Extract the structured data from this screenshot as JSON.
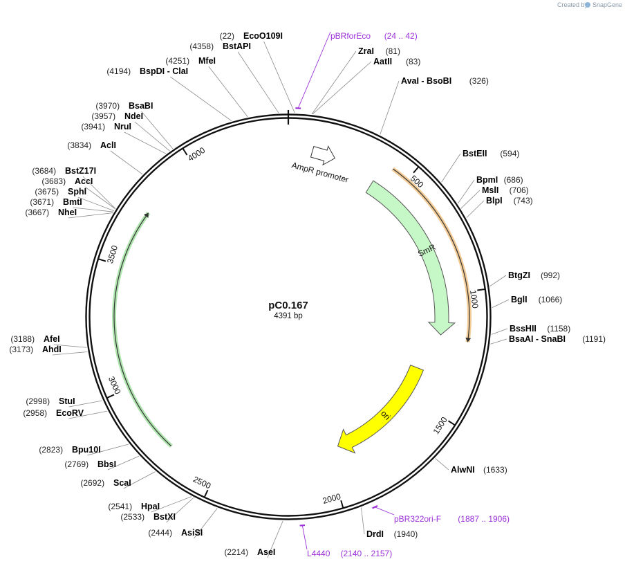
{
  "credit": {
    "label": "Created by",
    "brand": "SnapGene"
  },
  "plasmid": {
    "name": "pC0.167",
    "length": "4391 bp",
    "bp": 4391
  },
  "ticks": [
    "500",
    "1000",
    "1500",
    "2000",
    "2500",
    "3000",
    "3500",
    "4000"
  ],
  "enzymes": [
    {
      "name": "EcoO109I",
      "pos": "(22)",
      "site": 22
    },
    {
      "name": "BstAPI",
      "pos": "(4358)",
      "site": 4358
    },
    {
      "name": "MfeI",
      "pos": "(4251)",
      "site": 4251
    },
    {
      "name": "BspDI - ClaI",
      "pos": "(4194)",
      "site": 4194
    },
    {
      "name": "ZraI",
      "pos": "(81)",
      "site": 81
    },
    {
      "name": "AatII",
      "pos": "(83)",
      "site": 83
    },
    {
      "name": "AvaI - BsoBI",
      "pos": "(326)",
      "site": 326
    },
    {
      "name": "BstEII",
      "pos": "(594)",
      "site": 594
    },
    {
      "name": "BpmI",
      "pos": "(686)",
      "site": 686
    },
    {
      "name": "MslI",
      "pos": "(706)",
      "site": 706
    },
    {
      "name": "BlpI",
      "pos": "(743)",
      "site": 743
    },
    {
      "name": "BtgZI",
      "pos": "(992)",
      "site": 992
    },
    {
      "name": "BglI",
      "pos": "(1066)",
      "site": 1066
    },
    {
      "name": "BssHII",
      "pos": "(1158)",
      "site": 1158
    },
    {
      "name": "BsaAI - SnaBI",
      "pos": "(1191)",
      "site": 1191
    },
    {
      "name": "AlwNI",
      "pos": "(1633)",
      "site": 1633
    },
    {
      "name": "DrdI",
      "pos": "(1940)",
      "site": 1940
    },
    {
      "name": "AseI",
      "pos": "(2214)",
      "site": 2214
    },
    {
      "name": "AsiSI",
      "pos": "(2444)",
      "site": 2444
    },
    {
      "name": "BstXI",
      "pos": "(2533)",
      "site": 2533
    },
    {
      "name": "HpaI",
      "pos": "(2541)",
      "site": 2541
    },
    {
      "name": "ScaI",
      "pos": "(2692)",
      "site": 2692
    },
    {
      "name": "BbsI",
      "pos": "(2769)",
      "site": 2769
    },
    {
      "name": "Bpu10I",
      "pos": "(2823)",
      "site": 2823
    },
    {
      "name": "EcoRV",
      "pos": "(2958)",
      "site": 2958
    },
    {
      "name": "StuI",
      "pos": "(2998)",
      "site": 2998
    },
    {
      "name": "AhdI",
      "pos": "(3173)",
      "site": 3173
    },
    {
      "name": "AfeI",
      "pos": "(3188)",
      "site": 3188
    },
    {
      "name": "NheI",
      "pos": "(3667)",
      "site": 3667
    },
    {
      "name": "BmtI",
      "pos": "(3671)",
      "site": 3671
    },
    {
      "name": "SphI",
      "pos": "(3675)",
      "site": 3675
    },
    {
      "name": "AccI",
      "pos": "(3683)",
      "site": 3683
    },
    {
      "name": "BstZ17I",
      "pos": "(3684)",
      "site": 3684
    },
    {
      "name": "AclI",
      "pos": "(3834)",
      "site": 3834
    },
    {
      "name": "NruI",
      "pos": "(3941)",
      "site": 3941
    },
    {
      "name": "NdeI",
      "pos": "(3957)",
      "site": 3957
    },
    {
      "name": "BsaBI",
      "pos": "(3970)",
      "site": 3970
    }
  ],
  "primers": [
    {
      "name": "pBRforEco",
      "range": "(24 .. 42)",
      "start": 24,
      "end": 42
    },
    {
      "name": "pBR322ori-F",
      "range": "(1887 .. 1906)",
      "start": 1887,
      "end": 1906
    },
    {
      "name": "L4440",
      "range": "(2140 .. 2157)",
      "start": 2140,
      "end": 2157
    }
  ],
  "features": [
    {
      "name": "AmpR promoter",
      "type": "promoter",
      "start": 250,
      "end": 350,
      "color": "#ffffff"
    },
    {
      "name": "SmR",
      "type": "cds",
      "start": 390,
      "end": 1180,
      "color": "#c6f7c6"
    },
    {
      "name": "ori",
      "type": "origin",
      "start": 1360,
      "end": 1940,
      "color": "#ffff00"
    },
    {
      "name": "",
      "type": "orf",
      "start": 430,
      "end": 1195,
      "color": "#e8a040"
    },
    {
      "name": "",
      "type": "orf",
      "start": 2710,
      "end": 3740,
      "color": "#6fcf6f"
    }
  ],
  "colors": {
    "primer": "#9b30d9",
    "backbone": "#111111",
    "smr": "#c6f7c6",
    "ori": "#ffff00"
  }
}
